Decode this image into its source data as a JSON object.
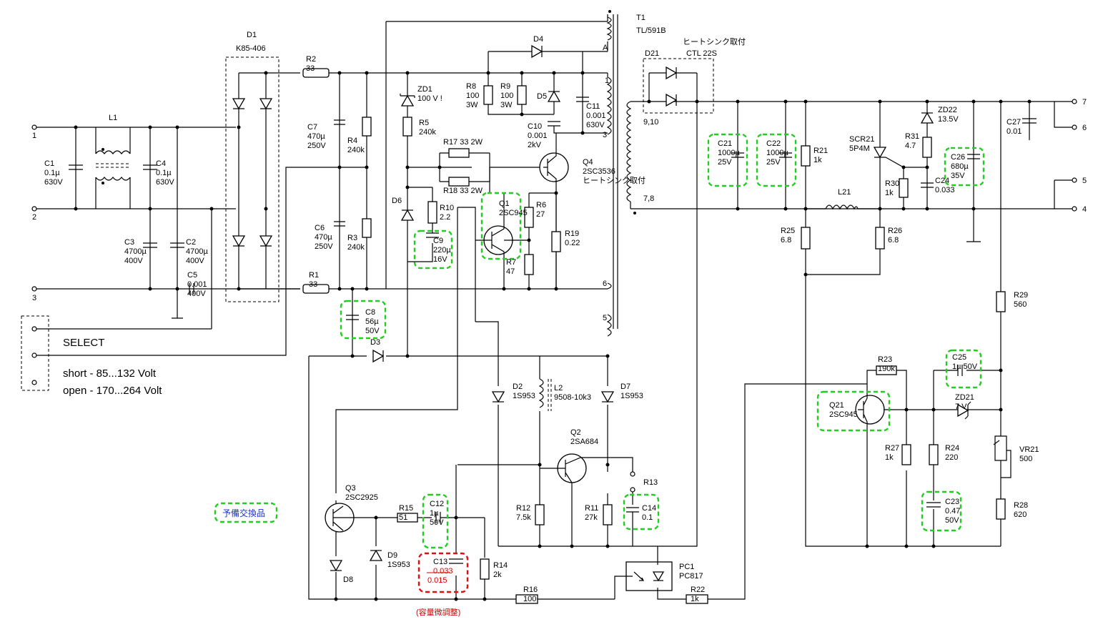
{
  "title": {
    "name": "T1",
    "part": "TL/591B"
  },
  "bridge": {
    "name": "D1",
    "part": "K85-406"
  },
  "d21_note": {
    "heatsink": "ヒートシンク取付",
    "part": "CTL 22S",
    "name": "D21"
  },
  "select": {
    "label": "SELECT",
    "short": "short -  85...132 Volt",
    "open": "open - 170...264 Volt"
  },
  "legend": {
    "spare": "予備交換品",
    "adjust": "(容量微調整)"
  },
  "terminals": [
    "1",
    "2",
    "3",
    "7",
    "6",
    "5",
    "4"
  ],
  "winding_marks": [
    "A",
    "1",
    "3",
    "6",
    "5",
    "9,10",
    "7,8"
  ],
  "components": {
    "L1": [
      "L1"
    ],
    "C1": [
      "C1",
      "0.1µ",
      "630V"
    ],
    "C4": [
      "C4",
      "0.1µ",
      "630V"
    ],
    "C3": [
      "C3",
      "4700µ",
      "400V"
    ],
    "C2": [
      "C2",
      "4700µ",
      "400V"
    ],
    "C5": [
      "C5",
      "0.001",
      "400V"
    ],
    "R2": [
      "R2",
      "33"
    ],
    "R1": [
      "R1",
      "33"
    ],
    "C7": [
      "C7",
      "470µ",
      "250V"
    ],
    "C6": [
      "C6",
      "470µ",
      "250V"
    ],
    "R4": [
      "R4",
      "240k"
    ],
    "R3": [
      "R3",
      "240k"
    ],
    "C8": [
      "C8",
      "56µ",
      "50V"
    ],
    "D3": [
      "D3"
    ],
    "ZD1": [
      "ZD1",
      "100 V !"
    ],
    "R5": [
      "R5",
      "240k"
    ],
    "R17": [
      "R17  33  2W"
    ],
    "R18": [
      "R18  33  2W"
    ],
    "D6": [
      "D6"
    ],
    "R10": [
      "R10",
      "2.2"
    ],
    "C9": [
      "C9",
      "220µ",
      "16V"
    ],
    "R8": [
      "R8",
      "100",
      "3W"
    ],
    "R9": [
      "R9",
      "100",
      "3W"
    ],
    "D4": [
      "D4"
    ],
    "D5": [
      "D5"
    ],
    "C11": [
      "C11",
      "0.001",
      "630V"
    ],
    "C10": [
      "C10",
      "0.001",
      "2kV"
    ],
    "Q4": [
      "Q4",
      "2SC3536",
      "ヒートシンク取付"
    ],
    "Q1": [
      "Q1",
      "2SC945"
    ],
    "R6": [
      "R6",
      "27"
    ],
    "R7": [
      "R7",
      "47"
    ],
    "R19": [
      "R19",
      "0.22"
    ],
    "D2": [
      "D2",
      "1S953"
    ],
    "L2": [
      "L2",
      "9508-10k3"
    ],
    "D7": [
      "D7",
      "1S953"
    ],
    "Q2": [
      "Q2",
      "2SA684"
    ],
    "R12": [
      "R12",
      "7.5k"
    ],
    "R11": [
      "R11",
      "27k"
    ],
    "R13": [
      "R13"
    ],
    "C14": [
      "C14",
      "0.1"
    ],
    "Q3": [
      "Q3",
      "2SC2925"
    ],
    "R15": [
      "R15",
      "51"
    ],
    "C12": [
      "C12",
      "1µ",
      "50V"
    ],
    "C13": [
      "C13",
      "0.033",
      "0.015"
    ],
    "R14": [
      "R14",
      "2k"
    ],
    "R16": [
      "R16",
      "100"
    ],
    "D8": [
      "D8"
    ],
    "D9": [
      "D9",
      "1S953"
    ],
    "PC1": [
      "PC1",
      "PC817"
    ],
    "R22": [
      "R22",
      "1k"
    ],
    "C21": [
      "C21",
      "1000µ",
      "25V"
    ],
    "C22": [
      "C22",
      "1000µ",
      "25V"
    ],
    "R21": [
      "R21",
      "1k"
    ],
    "SCR21": [
      "SCR21",
      "5P4M"
    ],
    "R31": [
      "R31",
      "4.7"
    ],
    "ZD22": [
      "ZD22",
      "13.5V"
    ],
    "R30": [
      "R30",
      "1k"
    ],
    "C24": [
      "C24",
      "0.033"
    ],
    "C26": [
      "C26",
      "680µ",
      "35V"
    ],
    "C27": [
      "C27",
      "0.01"
    ],
    "L21": [
      "L21"
    ],
    "R25": [
      "R25",
      "6.8"
    ],
    "R26": [
      "R26",
      "6.8"
    ],
    "R29": [
      "R29",
      "560"
    ],
    "R23": [
      "R23",
      "190k"
    ],
    "C25": [
      "C25",
      "1µ  50V"
    ],
    "Q21": [
      "Q21",
      "2SC945"
    ],
    "ZD21": [
      "ZD21",
      "7 V"
    ],
    "R27": [
      "R27",
      "1k"
    ],
    "R24": [
      "R24",
      "220"
    ],
    "VR21": [
      "VR21",
      "500"
    ],
    "C23": [
      "C23",
      "0.47",
      "50V"
    ],
    "R28": [
      "R28",
      "620"
    ]
  }
}
